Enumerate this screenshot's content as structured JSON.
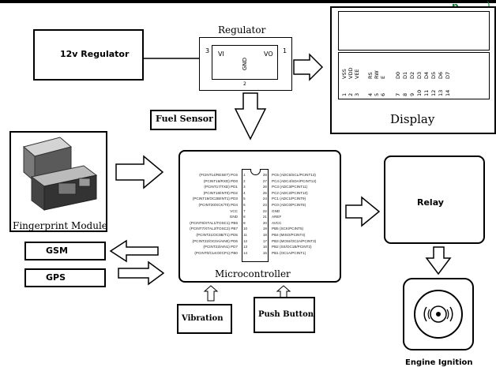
{
  "header": {
    "text": "p",
    "close": ")"
  },
  "blocks": {
    "regulator_12v": "12v Regulator",
    "regulator_title": "Regulator",
    "regulator_vi": "VI",
    "regulator_vo": "VO",
    "regulator_gnd": "GND",
    "regulator_pin1": "1",
    "regulator_pin2": "2",
    "regulator_pin3": "3",
    "fuel_sensor": "Fuel Sensor",
    "fingerprint": "Fingerprint Module",
    "gsm": "GSM",
    "gps": "GPS",
    "microcontroller": "Microcontroller",
    "vibration": "Vibration",
    "push_button": "Push Button",
    "relay": "Relay",
    "display": "Display",
    "engine": "Engine Ignition"
  },
  "display_pins": {
    "names": [
      "VSS",
      "VDD",
      "VEE",
      "RS",
      "RW",
      "E",
      "D0",
      "D1",
      "D2",
      "D3",
      "D4",
      "D5",
      "D6",
      "D7"
    ],
    "numbers": [
      "1",
      "2",
      "3",
      "4",
      "5",
      "6",
      "7",
      "8",
      "9",
      "10",
      "11",
      "12",
      "13",
      "14"
    ]
  },
  "chip": {
    "left_pins": [
      "(PCINT14/RESET) PC6",
      "(PCINT16/RXD) PD0",
      "(PCINT17/TXD) PD1",
      "(PCINT18/INT0) PD2",
      "(PCINT19/OC2B/INT1) PD3",
      "(PCINT20/XCK/T0) PD4",
      "VCC",
      "GND",
      "(PCINT6/XTAL1/TOSC1) PB6",
      "(PCINT7/XTAL2/TOSC2) PB7",
      "(PCINT21/OC0B/T1) PD5",
      "(PCINT22/OC0A/AIN0) PD6",
      "(PCINT23/AIN1) PD7",
      "(PCINT0/CLKO/ICP1) PB0"
    ],
    "right_pins": [
      "PC5 (ADC5/SCL/PCINT13)",
      "PC4 (ADC4/SDA/PCINT12)",
      "PC3 (ADC3/PCINT11)",
      "PC2 (ADC2/PCINT10)",
      "PC1 (ADC1/PCINT9)",
      "PC0 (ADC0/PCINT8)",
      "GND",
      "AREF",
      "AVCC",
      "PB5 (SCK/PCINT5)",
      "PB4 (MISO/PCINT4)",
      "PB3 (MOSI/OC2A/PCINT3)",
      "PB2 (SS/OC1B/PCINT2)",
      "PB1 (OC1A/PCINT1)"
    ],
    "left_numbers": [
      "1",
      "2",
      "3",
      "4",
      "5",
      "6",
      "7",
      "8",
      "9",
      "10",
      "11",
      "12",
      "13",
      "14"
    ],
    "right_numbers": [
      "28",
      "27",
      "26",
      "25",
      "24",
      "23",
      "22",
      "21",
      "20",
      "19",
      "18",
      "17",
      "16",
      "15"
    ]
  },
  "colors": {
    "header_bar": "#000000",
    "header_text": "#1a7a3a",
    "stroke": "#000000",
    "fingerprint_device": "#555555"
  }
}
